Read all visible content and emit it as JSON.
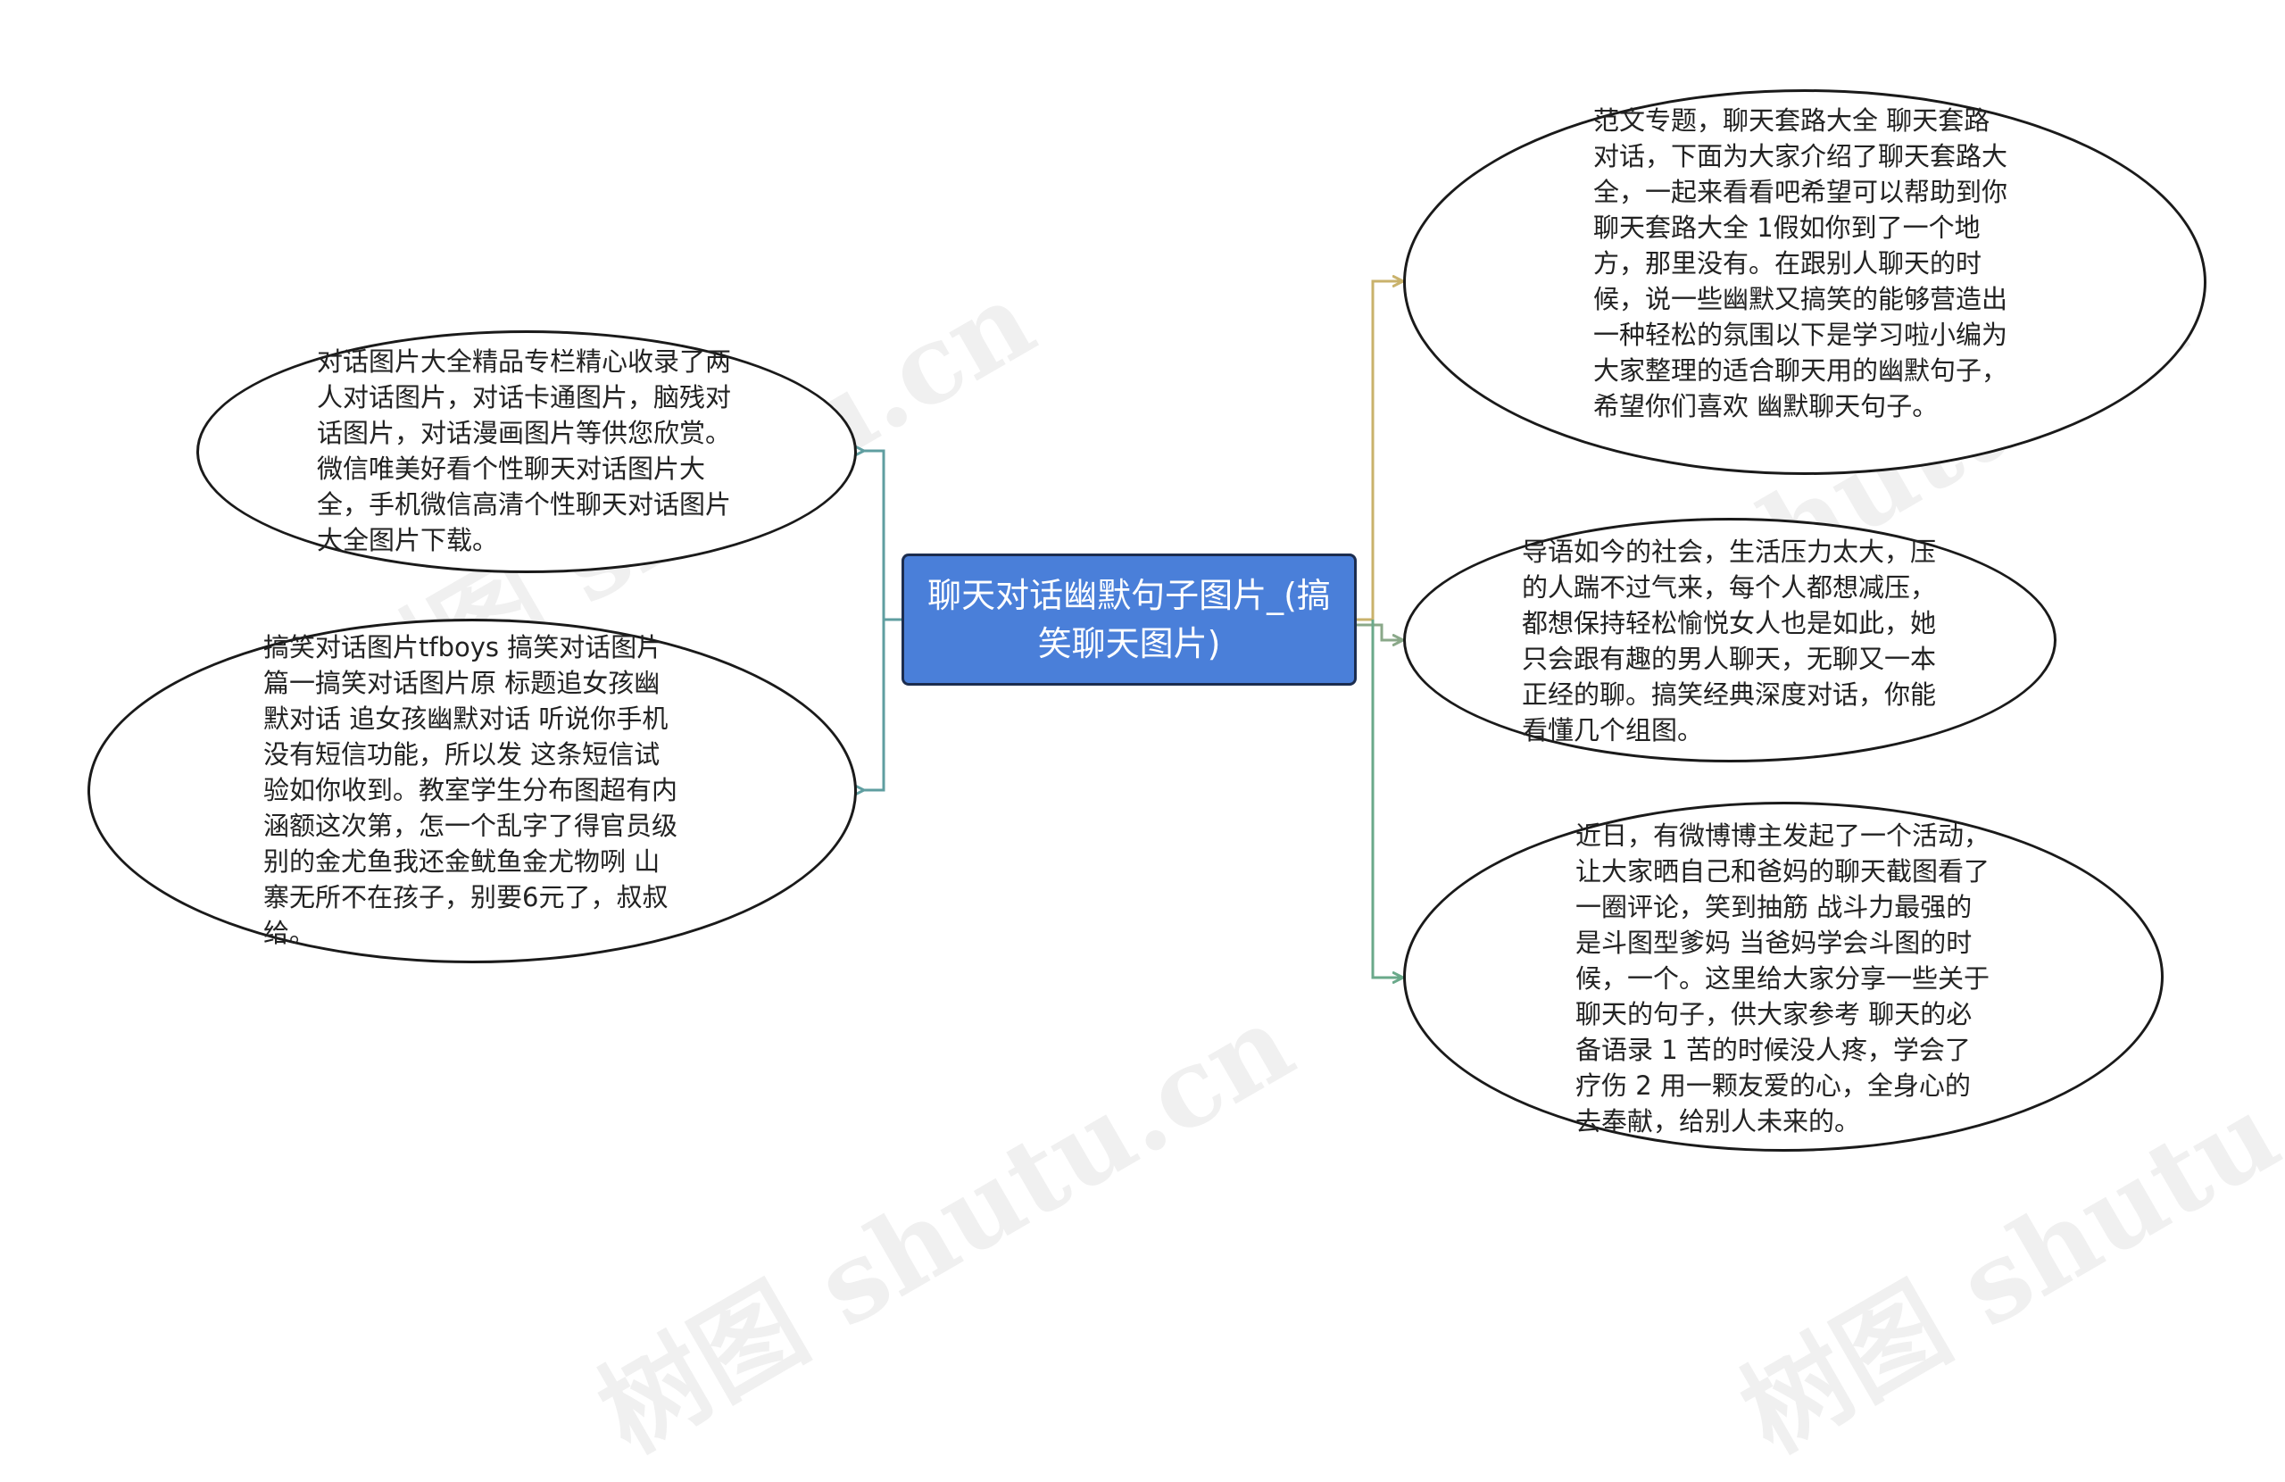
{
  "watermark": "树图 shutu.cn",
  "center": {
    "title": "聊天对话幽默句子图片_(搞笑聊天图片)"
  },
  "branches": {
    "left_top": "对话图片大全精品专栏精心收录了两人对话图片，对话卡通图片，脑残对话图片，对话漫画图片等供您欣赏。微信唯美好看个性聊天对话图片大全，手机微信高清个性聊天对话图片大全图片下载。",
    "left_bottom": "搞笑对话图片tfboys 搞笑对话图片 篇一搞笑对话图片原 标题追女孩幽默对话 追女孩幽默对话 听说你手机没有短信功能，所以发 这条短信试验如你收到。教室学生分布图超有内涵额这次第，怎一个乱字了得官员级别的金尤鱼我还金鱿鱼金尤物咧 山寨无所不在孩子，别要6元了，叔叔给。",
    "right_top": "范文专题，聊天套路大全 聊天套路对话，下面为大家介绍了聊天套路大全，一起来看看吧希望可以帮助到你 聊天套路大全 1假如你到了一个地方，那里没有。在跟别人聊天的时候，说一些幽默又搞笑的能够营造出一种轻松的氛围以下是学习啦小编为大家整理的适合聊天用的幽默句子，希望你们喜欢 幽默聊天句子。",
    "right_middle": "导语如今的社会，生活压力太大，压的人踹不过气来，每个人都想减压，都想保持轻松愉悦女人也是如此，她只会跟有趣的男人聊天，无聊又一本正经的聊。搞笑经典深度对话，你能看懂几个组图。",
    "right_bottom": "近日，有微博博主发起了一个活动，让大家晒自己和爸妈的聊天截图看了一圈评论，笑到抽筋 战斗力最强的是斗图型爹妈 当爸妈学会斗图的时候，一个。这里给大家分享一些关于聊天的句子，供大家参考 聊天的必备语录 1 苦的时候没人疼，学会了疗伤 2 用一颗友爱的心，全身心的去奉献，给别人未来的。"
  },
  "colors": {
    "center_fill": "#4a7fd9",
    "connector_left": "#5f9ea0",
    "connector_right_top": "#c9b26b",
    "connector_right_middle": "#8aa889",
    "connector_right_bottom": "#6aa98a"
  }
}
